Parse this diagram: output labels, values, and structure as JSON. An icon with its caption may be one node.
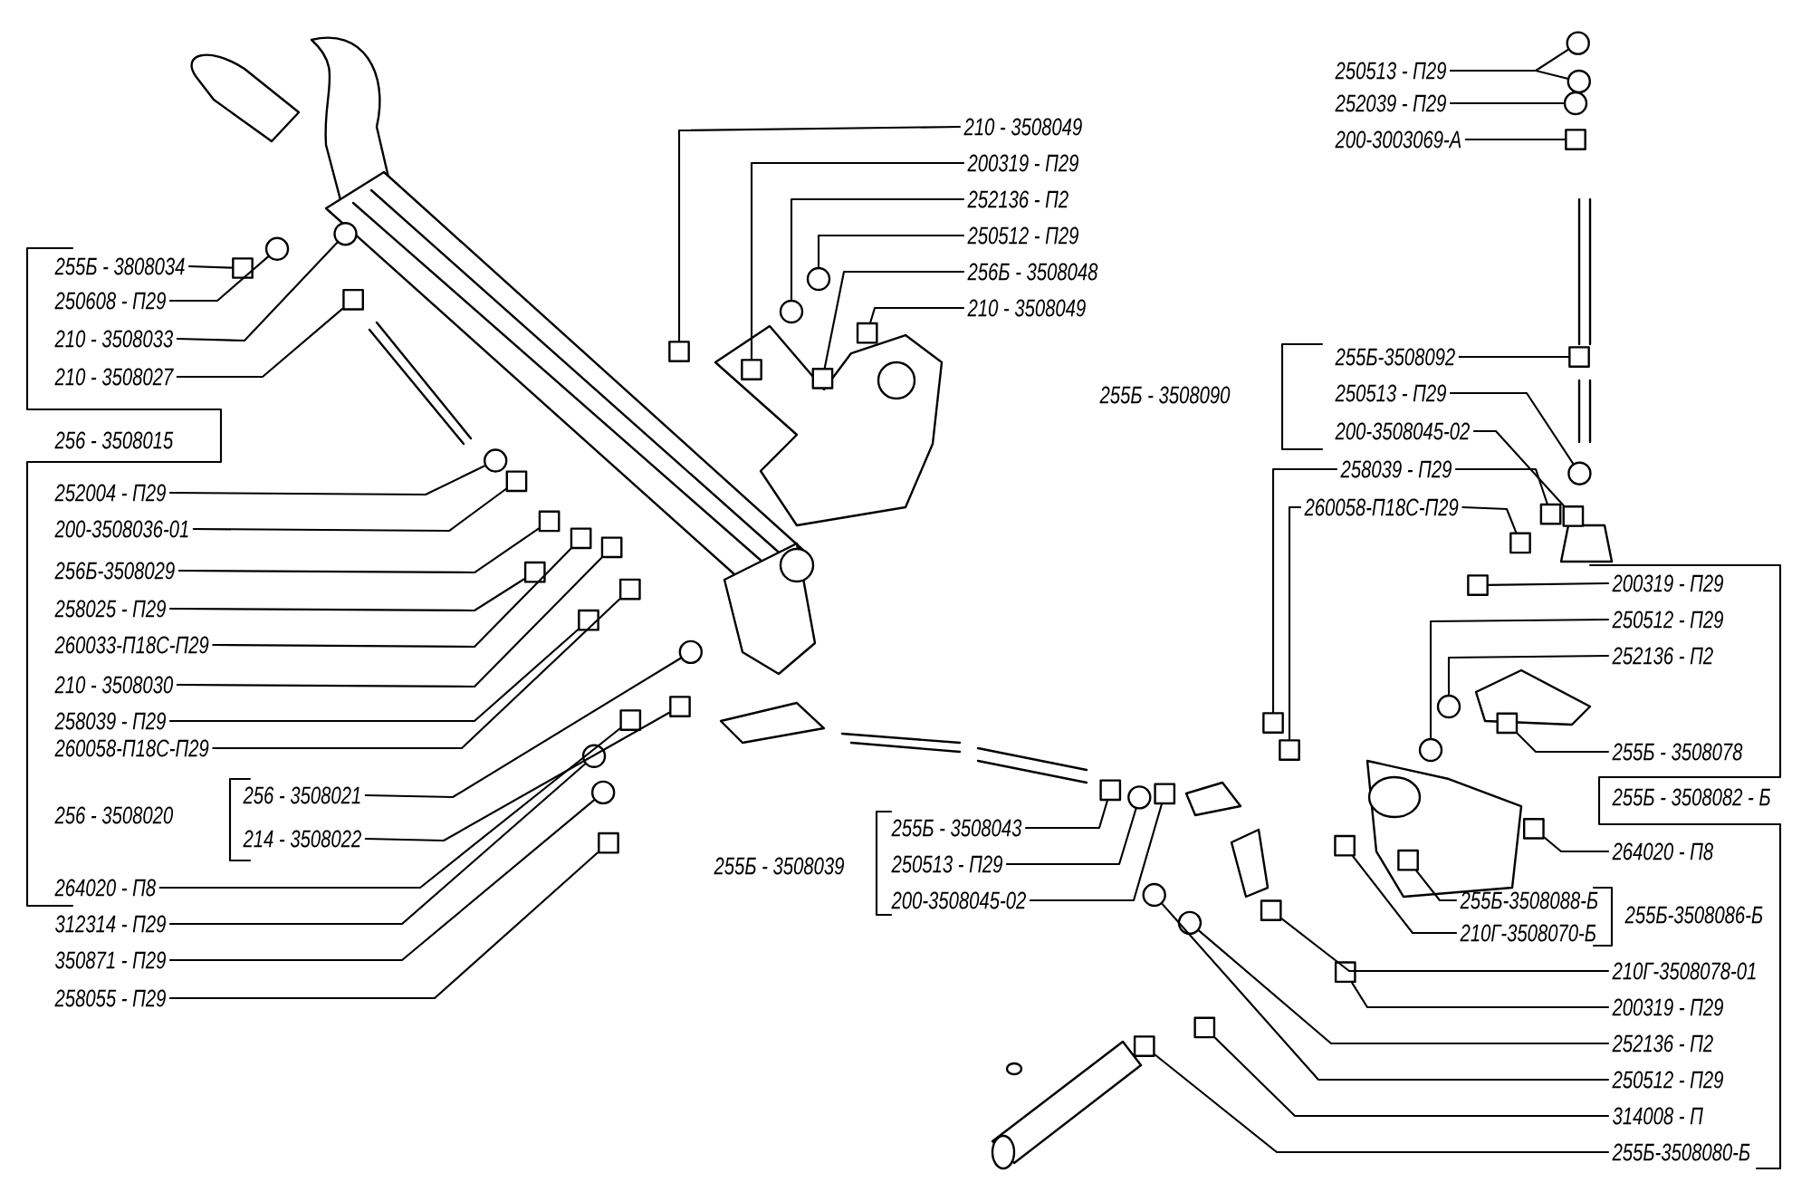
{
  "diagram": {
    "nodes": [
      {
        "text": [
          "255Б - 3808034"
        ]
      },
      {
        "text": [
          "250608 - П29"
        ]
      },
      {
        "text": [
          "210 - 3508033"
        ]
      },
      {
        "text": [
          "210 - 3508027"
        ]
      },
      {
        "text": [
          "252004 - П29"
        ]
      },
      {
        "text": [
          "200-3508036-01"
        ]
      },
      {
        "text": [
          "256Б-3508029"
        ]
      },
      {
        "text": [
          "258025 - П29"
        ]
      },
      {
        "text": [
          "260033-П18С-П29"
        ]
      },
      {
        "text": [
          "210 - 3508030"
        ]
      },
      {
        "text": [
          "258039 - П29"
        ]
      },
      {
        "text": [
          "260058-П18С-П29"
        ]
      },
      {
        "text": [
          "256 - 3508021"
        ]
      },
      {
        "text": [
          "214 - 3508022"
        ]
      },
      {
        "text": [
          "264020 - П8"
        ]
      },
      {
        "text": [
          "312314 - П29"
        ]
      },
      {
        "text": [
          "350871 - П29"
        ]
      },
      {
        "text": [
          "258055 - П29"
        ]
      },
      {
        "text": [
          "210 - 3508049"
        ]
      },
      {
        "text": [
          "200319 - П29"
        ]
      },
      {
        "text": [
          "252136 - П2"
        ]
      },
      {
        "text": [
          "250512 - П29"
        ]
      },
      {
        "text": [
          "256Б - 3508048"
        ]
      },
      {
        "text": [
          "210 - 3508049"
        ]
      },
      {
        "text": [
          "250513 - П29"
        ]
      },
      {
        "text": [
          "252039 - П29"
        ]
      },
      {
        "text": [
          "200-3003069-А"
        ]
      },
      {
        "text": [
          "255Б-3508092"
        ]
      },
      {
        "text": [
          "250513 - П29"
        ]
      },
      {
        "text": [
          "200-3508045-02"
        ]
      },
      {
        "text": [
          "258039 - П29"
        ]
      },
      {
        "text": [
          "260058-П18С-П29"
        ]
      },
      {
        "text": [
          "200319 - П29"
        ]
      },
      {
        "text": [
          "250512 - П29"
        ]
      },
      {
        "text": [
          "252136 - П2"
        ]
      },
      {
        "text": [
          "255Б - 3508078"
        ]
      },
      {
        "text": [
          "264020 - П8"
        ]
      },
      {
        "text": [
          "255Б-3508088-Б"
        ]
      },
      {
        "text": [
          "210Г-3508070-Б"
        ]
      },
      {
        "text": [
          "210Г-3508078-01"
        ]
      },
      {
        "text": [
          "200319 - П29"
        ]
      },
      {
        "text": [
          "252136 - П2"
        ]
      },
      {
        "text": [
          "250512 - П29"
        ]
      },
      {
        "text": [
          "314008 - П"
        ]
      },
      {
        "text": [
          "255Б-3508080-Б"
        ]
      },
      {
        "text": [
          "255Б - 3508043"
        ]
      },
      {
        "text": [
          "250513 - П29"
        ]
      },
      {
        "text": [
          "200-3508045-02"
        ]
      },
      {
        "text": [],
        "shape": "box"
      },
      {
        "text": [],
        "shape": "circle"
      },
      {
        "text": [],
        "shape": "circle"
      },
      {
        "text": [],
        "shape": "box"
      },
      {
        "text": [],
        "shape": "circle"
      },
      {
        "text": [],
        "shape": "box"
      },
      {
        "text": [],
        "shape": "box"
      },
      {
        "text": [],
        "shape": "box"
      },
      {
        "text": [],
        "shape": "box"
      },
      {
        "text": [],
        "shape": "box"
      },
      {
        "text": [],
        "shape": "box"
      },
      {
        "text": [],
        "shape": "box"
      },
      {
        "text": [],
        "shape": "circle"
      },
      {
        "text": [],
        "shape": "box"
      },
      {
        "text": [],
        "shape": "box"
      },
      {
        "text": [],
        "shape": "circle"
      },
      {
        "text": [],
        "shape": "circle"
      },
      {
        "text": [],
        "shape": "box"
      },
      {
        "text": [],
        "shape": "box"
      },
      {
        "text": [],
        "shape": "box"
      },
      {
        "text": [],
        "shape": "circle"
      },
      {
        "text": [],
        "shape": "circle"
      },
      {
        "text": [],
        "shape": "box"
      },
      {
        "text": [],
        "shape": "box"
      },
      {
        "text": [],
        "shape": "circle"
      },
      {
        "text": [],
        "shape": "circle"
      },
      {
        "text": [],
        "shape": "circle"
      },
      {
        "text": [],
        "shape": "box"
      },
      {
        "text": [],
        "shape": "box"
      },
      {
        "text": [],
        "shape": "circle"
      },
      {
        "text": [],
        "shape": "box"
      },
      {
        "text": [],
        "shape": "box"
      },
      {
        "text": [],
        "shape": "box"
      },
      {
        "text": [],
        "shape": "box"
      },
      {
        "text": [],
        "shape": "box"
      },
      {
        "text": [],
        "shape": "box"
      },
      {
        "text": [],
        "shape": "circle"
      },
      {
        "text": [],
        "shape": "circle"
      },
      {
        "text": [],
        "shape": "box"
      },
      {
        "text": [],
        "shape": "box"
      },
      {
        "text": [],
        "shape": "box"
      },
      {
        "text": [],
        "shape": "box"
      },
      {
        "text": [],
        "shape": "box"
      },
      {
        "text": [],
        "shape": "box"
      },
      {
        "text": [],
        "shape": "circle"
      },
      {
        "text": [],
        "shape": "circle"
      },
      {
        "text": [],
        "shape": "box"
      },
      {
        "text": [],
        "shape": "box"
      },
      {
        "text": [],
        "shape": "box"
      },
      {
        "text": [],
        "shape": "circle"
      },
      {
        "text": [],
        "shape": "box"
      }
    ],
    "edges": [
      {
        "from": 0,
        "to": 48,
        "arrow": "none"
      },
      {
        "from": 1,
        "to": 49,
        "arrow": "none"
      },
      {
        "from": 2,
        "to": 50,
        "arrow": "none"
      },
      {
        "from": 3,
        "to": 51,
        "arrow": "none"
      },
      {
        "from": 4,
        "to": 52,
        "arrow": "none"
      },
      {
        "from": 5,
        "to": 53,
        "arrow": "none"
      },
      {
        "from": 6,
        "to": 54,
        "arrow": "none"
      },
      {
        "from": 7,
        "to": 55,
        "arrow": "none"
      },
      {
        "from": 8,
        "to": 56,
        "arrow": "none"
      },
      {
        "from": 9,
        "to": 57,
        "arrow": "none"
      },
      {
        "from": 10,
        "to": 58,
        "arrow": "none"
      },
      {
        "from": 11,
        "to": 59,
        "arrow": "none"
      },
      {
        "from": 12,
        "to": 60,
        "arrow": "none"
      },
      {
        "from": 13,
        "to": 61,
        "arrow": "none"
      },
      {
        "from": 14,
        "to": 62,
        "arrow": "none"
      },
      {
        "from": 15,
        "to": 63,
        "arrow": "none"
      },
      {
        "from": 16,
        "to": 64,
        "arrow": "none"
      },
      {
        "from": 17,
        "to": 65,
        "arrow": "none"
      },
      {
        "from": 18,
        "to": 66,
        "arrow": "none"
      },
      {
        "from": 19,
        "to": 67,
        "arrow": "none"
      },
      {
        "from": 20,
        "to": 68,
        "arrow": "none"
      },
      {
        "from": 21,
        "to": 69,
        "arrow": "none"
      },
      {
        "from": 22,
        "to": 70,
        "arrow": "none"
      },
      {
        "from": 23,
        "to": 71,
        "arrow": "none"
      },
      {
        "from": 24,
        "to": 72,
        "arrow": "none"
      },
      {
        "from": 24,
        "to": 73,
        "arrow": "none"
      },
      {
        "from": 25,
        "to": 74,
        "arrow": "none"
      },
      {
        "from": 26,
        "to": 75,
        "arrow": "none"
      },
      {
        "from": 27,
        "to": 76,
        "arrow": "none"
      },
      {
        "from": 28,
        "to": 77,
        "arrow": "none"
      },
      {
        "from": 29,
        "to": 78,
        "arrow": "none"
      },
      {
        "from": 30,
        "to": 79,
        "arrow": "none"
      },
      {
        "from": 30,
        "to": 80,
        "arrow": "none"
      },
      {
        "from": 31,
        "to": 81,
        "arrow": "none"
      },
      {
        "from": 31,
        "to": 82,
        "arrow": "none"
      },
      {
        "from": 32,
        "to": 83,
        "arrow": "none"
      },
      {
        "from": 33,
        "to": 84,
        "arrow": "none"
      },
      {
        "from": 34,
        "to": 85,
        "arrow": "none"
      },
      {
        "from": 35,
        "to": 86,
        "arrow": "none"
      },
      {
        "from": 36,
        "to": 87,
        "arrow": "none"
      },
      {
        "from": 37,
        "to": 88,
        "arrow": "none"
      },
      {
        "from": 38,
        "to": 89,
        "arrow": "none"
      },
      {
        "from": 39,
        "to": 90,
        "arrow": "none"
      },
      {
        "from": 40,
        "to": 91,
        "arrow": "none"
      },
      {
        "from": 41,
        "to": 92,
        "arrow": "none"
      },
      {
        "from": 42,
        "to": 93,
        "arrow": "none"
      },
      {
        "from": 43,
        "to": 94,
        "arrow": "none"
      },
      {
        "from": 44,
        "to": 95,
        "arrow": "none"
      },
      {
        "from": 45,
        "to": 96,
        "arrow": "none"
      },
      {
        "from": 46,
        "to": 97,
        "arrow": "none"
      },
      {
        "from": 47,
        "to": 98,
        "arrow": "none"
      }
    ],
    "labels": [
      "255Б - 3508090",
      "256 - 3508015",
      "255Б - 3508082 - Б",
      "256 - 3508020",
      "255Б - 3508039",
      "255Б-3508086-Б"
    ]
  }
}
